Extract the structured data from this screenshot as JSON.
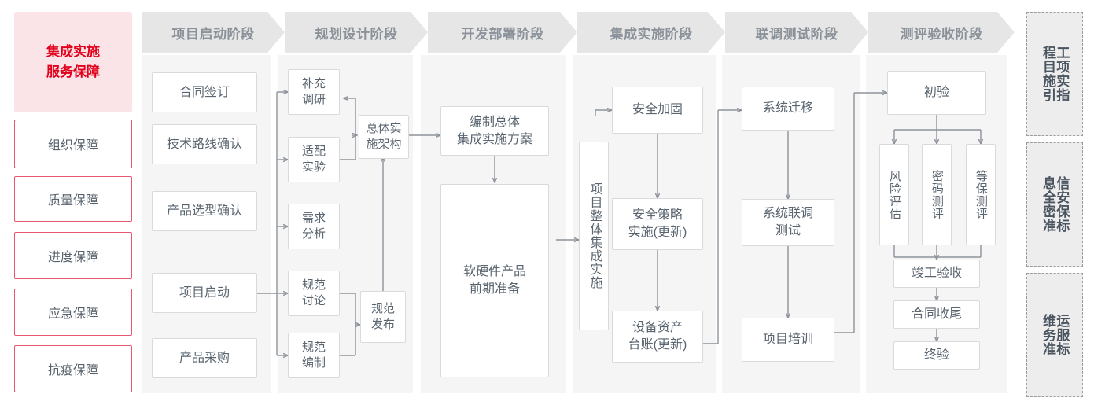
{
  "colors": {
    "accent_red": "#e2001a",
    "rail_head_bg": "#fbe4e8",
    "rail_border": "#e8566f",
    "chevron_bg": "#e6e6e6",
    "chevron_text": "#8a9199",
    "column_bg": "#f5f5f5",
    "node_border": "#d8dade",
    "node_text": "#5a6570",
    "connector": "#8d939a",
    "standards_bg": "#ededed",
    "standards_border": "#9b9b9b"
  },
  "left_rail": {
    "title": "集成实施\n服务保障",
    "title_line1": "集成实施",
    "title_line2": "服务保障",
    "items": [
      {
        "label": "组织保障"
      },
      {
        "label": "质量保障"
      },
      {
        "label": "进度保障"
      },
      {
        "label": "应急保障"
      },
      {
        "label": "抗疫保障"
      }
    ]
  },
  "phases": [
    {
      "header": "项目启动阶段",
      "nodes": [
        {
          "label": "合同签订"
        },
        {
          "label": "技术路线确认"
        },
        {
          "label": "产品选型确认"
        },
        {
          "label": "项目启动"
        },
        {
          "label": "产品采购"
        }
      ]
    },
    {
      "header": "规划设计阶段",
      "nodes": [
        {
          "label": "补充\n调研",
          "l1": "补充",
          "l2": "调研"
        },
        {
          "label": "适配\n实验",
          "l1": "适配",
          "l2": "实验"
        },
        {
          "label": "需求\n分析",
          "l1": "需求",
          "l2": "分析"
        },
        {
          "label": "规范\n讨论",
          "l1": "规范",
          "l2": "讨论"
        },
        {
          "label": "规范\n编制",
          "l1": "规范",
          "l2": "编制"
        },
        {
          "label": "总体实\n施架构",
          "l1": "总体实",
          "l2": "施架构"
        },
        {
          "label": "规范\n发布",
          "l1": "规范",
          "l2": "发布"
        }
      ]
    },
    {
      "header": "开发部署阶段",
      "nodes": [
        {
          "label": "编制总体\n集成实施方案",
          "l1": "编制总体",
          "l2": "集成实施方案"
        },
        {
          "label": "软硬件产品\n前期准备",
          "l1": "软硬件产品",
          "l2": "前期准备"
        }
      ]
    },
    {
      "header": "集成实施阶段",
      "nodes": [
        {
          "label": "项目整体集成实施"
        },
        {
          "label": "安全加固"
        },
        {
          "label": "安全策略\n实施(更新)",
          "l1": "安全策略",
          "l2": "实施(更新)"
        },
        {
          "label": "设备资产\n台账(更新)",
          "l1": "设备资产",
          "l2": "台账(更新)"
        }
      ]
    },
    {
      "header": "联调测试阶段",
      "nodes": [
        {
          "label": "系统迁移"
        },
        {
          "label": "系统联调\n测试",
          "l1": "系统联调",
          "l2": "测试"
        },
        {
          "label": "项目培训"
        }
      ]
    },
    {
      "header": "测评验收阶段",
      "nodes": [
        {
          "label": "初验"
        },
        {
          "label": "风险评估"
        },
        {
          "label": "密码测评"
        },
        {
          "label": "等保测评"
        },
        {
          "label": "竣工验收"
        },
        {
          "label": "合同收尾"
        },
        {
          "label": "终验"
        }
      ]
    }
  ],
  "standards_rail": [
    {
      "col_right": "程目施引",
      "col_left": "工项实指",
      "full": "工程项目实施指引"
    },
    {
      "col_right": "息全密准",
      "col_left": "信安保标",
      "full": "信息安全保密标准"
    },
    {
      "col_right": "维务准",
      "col_left": "运服标",
      "full": "运维服务标准"
    }
  ]
}
